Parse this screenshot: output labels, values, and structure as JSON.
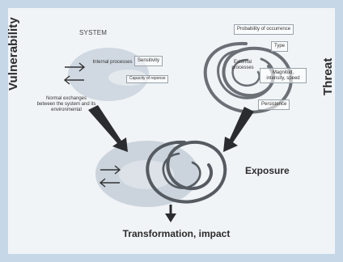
{
  "labels": {
    "vulnerability": "Vulnerability",
    "threat": "Threat",
    "system": "SYSTEM",
    "internal_processes": "Internal processes",
    "sensitivity": "Sensitivity",
    "capacity_of_reponse": "Capacity of reponse",
    "normal_exchanges": "Normal exchanges between the system and its environmental",
    "probability_of_occurrence": "Probability of occurrence",
    "type": "Type",
    "external_processes": "External processes",
    "magnitud": "Magnitud, intensity, speed",
    "persistence": "Persistence",
    "exposure": "Exposure",
    "transformation": "Transformation, impact"
  }
}
